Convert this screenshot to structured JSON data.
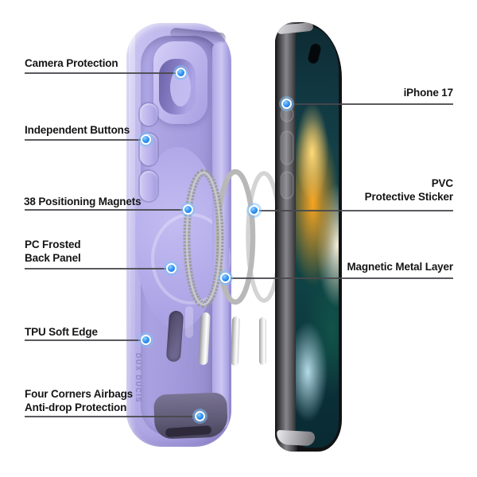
{
  "callouts": {
    "left": [
      {
        "label": "Camera Protection"
      },
      {
        "label": "Independent Buttons"
      },
      {
        "label": "38 Positioning Magnets"
      },
      {
        "label": "PC Frosted\nBack Panel"
      },
      {
        "label": "TPU Soft Edge"
      },
      {
        "label": "Four Corners Airbags\nAnti-drop Protection"
      }
    ],
    "right": [
      {
        "label": "iPhone 17"
      },
      {
        "label": "PVC\nProtective Sticker"
      },
      {
        "label": "Magnetic Metal Layer"
      }
    ]
  },
  "branding": {
    "case_side_text": "DUX DUCIS"
  },
  "icons": {
    "callout_marker": "blue-dot-icon"
  },
  "colors": {
    "background": "#ffffff",
    "case_lavender": "#b2aae7",
    "accent_dot_blue": "#2b8df2",
    "callout_line": "#48484c",
    "label_text": "#151517",
    "phone_rail_gray": "#6e6e72",
    "wallpaper_orange": "#f8a41f",
    "wallpaper_teal": "#11424a"
  }
}
